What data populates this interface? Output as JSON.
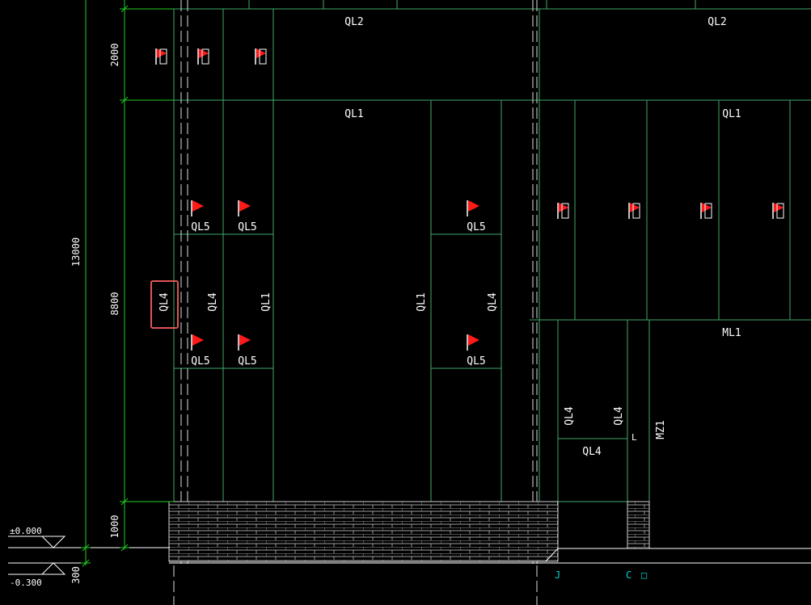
{
  "dimensions": {
    "overall": "13000",
    "top_zone": "2000",
    "middle_zone": "8800",
    "bottom_zone": "1000",
    "plinth": "300"
  },
  "elevations": {
    "zero": "±0.000",
    "ground": "-0.300"
  },
  "beam_labels": {
    "ql2_left": "QL2",
    "ql2_right": "QL2",
    "ql1_left": "QL1",
    "ql1_right": "QL1",
    "ml1": "ML1",
    "ql5": "QL5",
    "ql4": "QL4",
    "ql1": "QL1",
    "ql4_bottom": "QL4",
    "mz1": "MZ1"
  },
  "small_marks": {
    "mark_a": "J",
    "mark_b": "C",
    "mark_c": "□",
    "mark_d": "L"
  },
  "colors": {
    "background": "#000000",
    "line": "#3fa86a",
    "dimension": "#22cc22",
    "text": "#ffffff",
    "flag": "#ff1a1a",
    "highlight": "#e05555",
    "brick": "#cfcfcf"
  }
}
